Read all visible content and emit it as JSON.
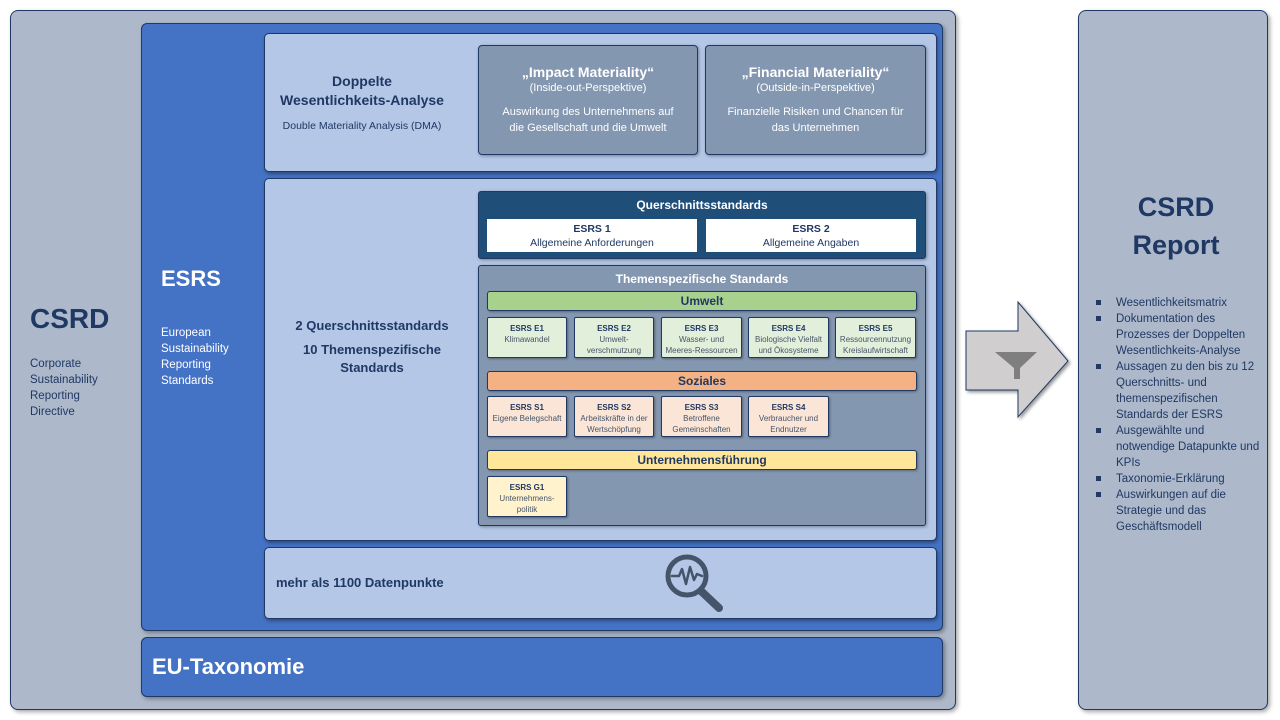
{
  "csrd": {
    "title": "CSRD",
    "subtitle_lines": [
      "Corporate",
      "Sustainability",
      "Reporting",
      "Directive"
    ]
  },
  "esrs": {
    "title": "ESRS",
    "subtitle_lines": [
      "European",
      "Sustainability",
      "Reporting",
      "Standards"
    ]
  },
  "dma": {
    "title_line1": "Doppelte",
    "title_line2": "Wesentlichkeits-Analyse",
    "subtitle": "Double Materiality Analysis (DMA)",
    "impact": {
      "title": "„Impact Materiality“",
      "perspective": "(Inside-out-Perspektive)",
      "desc_line1": "Auswirkung des Unternehmens  auf",
      "desc_line2": "die Gesellschaft und die Umwelt"
    },
    "financial": {
      "title": "„Financial Materiality“",
      "perspective": "(Outside-in-Perspektive)",
      "desc_line1": "Finanzielle Risiken und Chancen für",
      "desc_line2": "das Unternehmen"
    }
  },
  "standards": {
    "summary_line1": "2 Querschnittsstandards",
    "summary_line2a": "10 Themenspezifische",
    "summary_line2b": "Standards",
    "cross_cutting": {
      "title": "Querschnittsstandards",
      "items": [
        {
          "code": "ESRS 1",
          "name": "Allgemeine Anforderungen"
        },
        {
          "code": "ESRS 2",
          "name": "Allgemeine Angaben"
        }
      ]
    },
    "topical": {
      "title": "Themenspezifische Standards",
      "categories": [
        {
          "name": "Umwelt",
          "color": "#a9d18e",
          "items": [
            {
              "code": "ESRS  E1",
              "line1": "Klimawandel",
              "line2": ""
            },
            {
              "code": "ESRS  E2",
              "line1": "Umwelt-",
              "line2": "verschmutzung"
            },
            {
              "code": "ESRS  E3",
              "line1": "Wasser-  und",
              "line2": "Meeres-Ressourcen"
            },
            {
              "code": "ESRS  E4",
              "line1": "Biologische Vielfalt",
              "line2": "und Ökosysteme"
            },
            {
              "code": "ESRS  E5",
              "line1": "Ressourcennutzung",
              "line2": "Kreislaufwirtschaft"
            }
          ]
        },
        {
          "name": "Soziales",
          "color": "#f4b183",
          "items": [
            {
              "code": "ESRS  S1",
              "line1": "Eigene  Belegschaft",
              "line2": ""
            },
            {
              "code": "ESRS  S2",
              "line1": "Arbeitskräfte  in der",
              "line2": "Wertschöpfung"
            },
            {
              "code": "ESRS  S3",
              "line1": "Betroffene",
              "line2": "Gemeinschaften"
            },
            {
              "code": "ESRS  S4",
              "line1": "Verbraucher  und",
              "line2": "Endnutzer"
            }
          ]
        },
        {
          "name": "Unternehmensführung",
          "color": "#ffe699",
          "items": [
            {
              "code": "ESRS  G1",
              "line1": "Unternehmens-",
              "line2": "politik"
            }
          ]
        }
      ]
    }
  },
  "datapoints": {
    "label": "mehr als 1100 Datenpunkte",
    "icon": "search-pulse-icon"
  },
  "eu_taxonomy": {
    "label": "EU-Taxonomie"
  },
  "arrow": {
    "icon": "filter-icon"
  },
  "report": {
    "title_line1": "CSRD",
    "title_line2": "Report",
    "items": [
      "Wesentlichkeitsmatrix",
      "Dokumentation des Prozesses der Doppelten Wesentlichkeits-Analyse",
      "Aussagen zu den bis zu 12 Querschnitts- und themenspezifischen Standards der ESRS",
      "Ausgewählte und notwendige  Datapunkte und KPIs",
      "Taxonomie-Erklärung",
      "Auswirkungen auf die Strategie und das Geschäftsmodell"
    ]
  }
}
